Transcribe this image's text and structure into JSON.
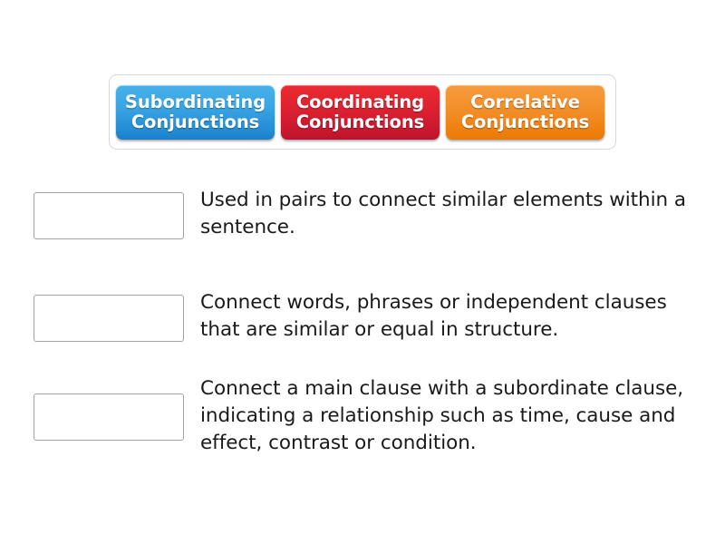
{
  "activity": {
    "type": "match-up",
    "tray": {
      "tiles": [
        {
          "id": "subordinating",
          "line1": "Subordinating",
          "line2": "Conjunctions",
          "color": "#1e86cf",
          "color_top": "#46b0ea",
          "color_bottom": "#1a7ec4"
        },
        {
          "id": "coordinating",
          "line1": "Coordinating",
          "line2": "Conjunctions",
          "color": "#c3162e",
          "color_top": "#ea2b31",
          "color_bottom": "#b91430"
        },
        {
          "id": "correlative",
          "line1": "Correlative",
          "line2": "Conjunctions",
          "color": "#ed7d0a",
          "color_top": "#f79a3a",
          "color_bottom": "#e87808"
        }
      ]
    },
    "questions": [
      {
        "id": "q1",
        "answer_value": "",
        "text": "Used in pairs to connect similar elements within a sentence."
      },
      {
        "id": "q2",
        "answer_value": "",
        "text": "Connect words, phrases or independent clauses that are similar or equal in structure."
      },
      {
        "id": "q3",
        "answer_value": "",
        "text": "Connect a main clause with a subordinate clause, indicating a relationship such as time, cause and effect, contrast or condition."
      }
    ]
  },
  "theme": {
    "page_background": "#ffffff",
    "text_color": "#1a1a1a",
    "tray_border": "#d8d8d8",
    "dropzone_border": "#a3a3a3"
  }
}
